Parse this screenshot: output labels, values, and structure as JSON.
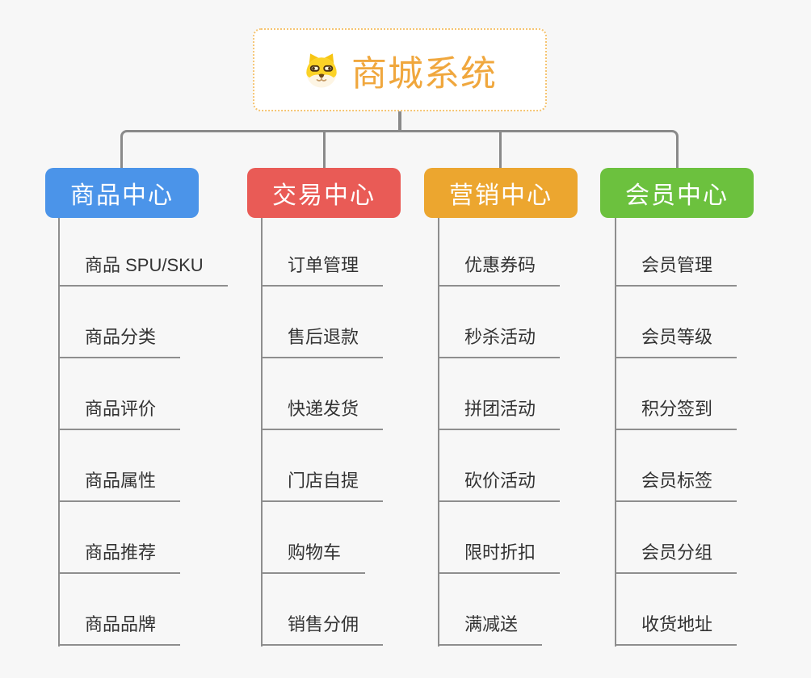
{
  "app": {
    "background_color": "#F7F7F7",
    "connector_color": "#8A8A8A",
    "item_line_color": "#8E8E8E",
    "item_text_color": "#333333"
  },
  "root": {
    "title": "商城系统",
    "icon": "dog-face-icon",
    "title_color": "#F0A73D",
    "border_color": "#F5C472",
    "background": "#FFFFFF"
  },
  "branches": [
    {
      "label": "商品中心",
      "color": "#4B94E9",
      "items": [
        "商品 SPU/SKU",
        "商品分类",
        "商品评价",
        "商品属性",
        "商品推荐",
        "商品品牌"
      ]
    },
    {
      "label": "交易中心",
      "color": "#E95B56",
      "items": [
        "订单管理",
        "售后退款",
        "快递发货",
        "门店自提",
        "购物车",
        "销售分佣"
      ]
    },
    {
      "label": "营销中心",
      "color": "#ECA62F",
      "items": [
        "优惠券码",
        "秒杀活动",
        "拼团活动",
        "砍价活动",
        "限时折扣",
        "满减送"
      ]
    },
    {
      "label": "会员中心",
      "color": "#6CC13E",
      "items": [
        "会员管理",
        "会员等级",
        "积分签到",
        "会员标签",
        "会员分组",
        "收货地址"
      ]
    }
  ]
}
